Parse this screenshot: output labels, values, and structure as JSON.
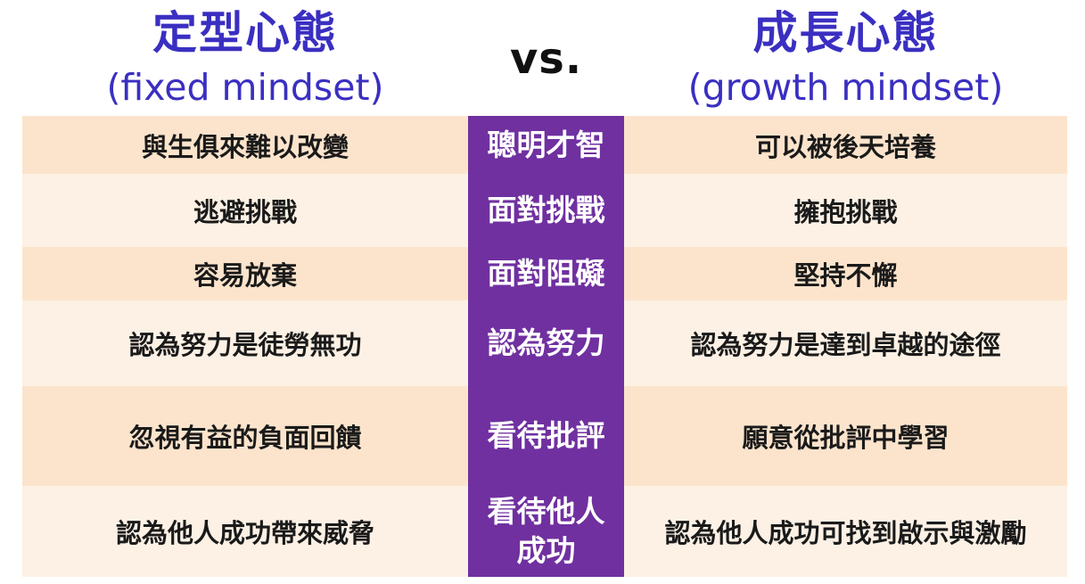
{
  "header": {
    "left_title": "定型心態",
    "left_subtitle": "(fixed mindset)",
    "vs": "vs.",
    "right_title": "成長心態",
    "right_subtitle": "(growth mindset)"
  },
  "rows": [
    {
      "fixed": "與生俱來難以改變",
      "aspect": "聰明才智",
      "growth": "可以被後天培養"
    },
    {
      "fixed": "逃避挑戰",
      "aspect": "面對挑戰",
      "growth": "擁抱挑戰"
    },
    {
      "fixed": "容易放棄",
      "aspect": "面對阻礙",
      "growth": "堅持不懈"
    },
    {
      "fixed": "認為努力是徒勞無功",
      "aspect": "認為努力",
      "growth": "認為努力是達到卓越的途徑"
    },
    {
      "fixed": "忽視有益的負面回饋",
      "aspect": "看待批評",
      "growth": "願意從批評中學習"
    },
    {
      "fixed": "認為他人成功帶來威脅",
      "aspect": "看待他人成功",
      "growth": "認為他人成功可找到啟示與激勵"
    }
  ],
  "colors": {
    "heading_blue": "#3a2fc1",
    "middle_purple": "#7030a0",
    "row_dark": "#fce4cc",
    "row_light": "#fdf1e5"
  }
}
